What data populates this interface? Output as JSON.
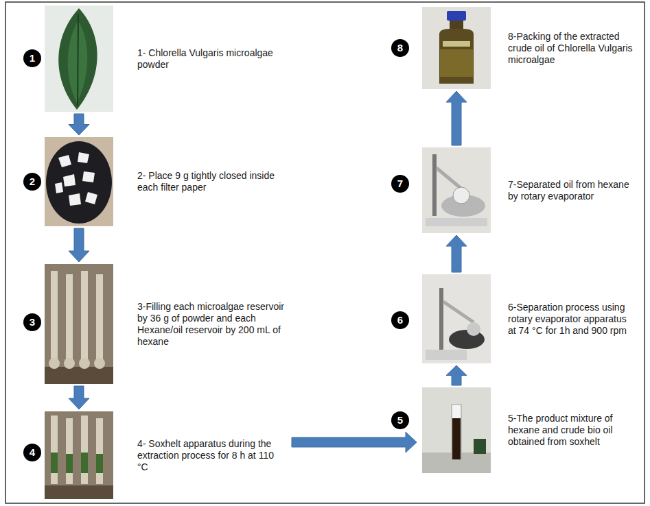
{
  "diagram": {
    "nodes": [
      {
        "text": [
          "1- Chlorella Vulgaris microalgae powder"
        ]
      },
      {
        "text": [
          "2- Place 9 g tightly closed inside each filter paper"
        ]
      },
      {
        "text": [
          "3-Filling each microalgae reservoir by 36 g of powder and each Hexane/oil reservoir by 200 mL of hexane"
        ]
      },
      {
        "text": [
          "4- Soxhelt apparatus during the extraction process for 8 h at 110 °C"
        ]
      },
      {
        "text": [
          "5-The product mixture of hexane and crude bio oil obtained from soxhelt"
        ]
      },
      {
        "text": [
          "6-Separation process using rotary evaporator apparatus at 74 °C for 1h and 900 rpm"
        ]
      },
      {
        "text": [
          "7-Separated oil from hexane by rotary evaporator"
        ]
      },
      {
        "text": [
          "8-Packing of the extracted crude oil of Chlorella Vulgaris microalgae"
        ]
      }
    ],
    "edges": [
      {
        "from": 0,
        "to": 1,
        "arrow": "to"
      },
      {
        "from": 1,
        "to": 2,
        "arrow": "to"
      },
      {
        "from": 2,
        "to": 3,
        "arrow": "to"
      },
      {
        "from": 3,
        "to": 4,
        "arrow": "to"
      },
      {
        "from": 4,
        "to": 5,
        "arrow": "to"
      },
      {
        "from": 5,
        "to": 6,
        "arrow": "to"
      },
      {
        "from": 6,
        "to": 7,
        "arrow": "to"
      }
    ],
    "labels": [
      "1",
      "2",
      "3",
      "4",
      "5",
      "6",
      "7",
      "8"
    ]
  }
}
